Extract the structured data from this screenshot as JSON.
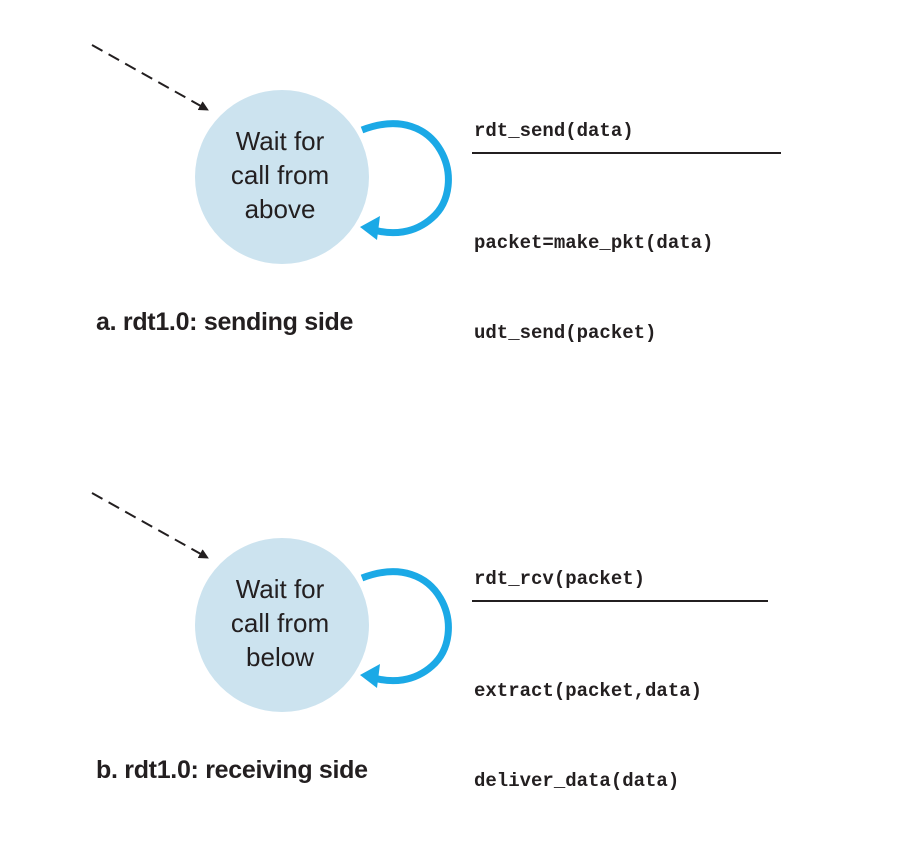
{
  "colors": {
    "state_fill": "#cce3ef",
    "loop_arrow": "#1ba9e6",
    "text": "#231f20"
  },
  "diagrams": [
    {
      "state_lines": [
        "Wait for",
        "call from",
        "above"
      ],
      "event": "rdt_send(data)",
      "actions": [
        "packet=make_pkt(data)",
        "udt_send(packet)"
      ],
      "caption": "a.  rdt1.0: sending side"
    },
    {
      "state_lines": [
        "Wait for",
        "call from",
        "below"
      ],
      "event": "rdt_rcv(packet)",
      "actions": [
        "extract(packet,data)",
        "deliver_data(data)"
      ],
      "caption": "b.  rdt1.0: receiving side"
    }
  ]
}
